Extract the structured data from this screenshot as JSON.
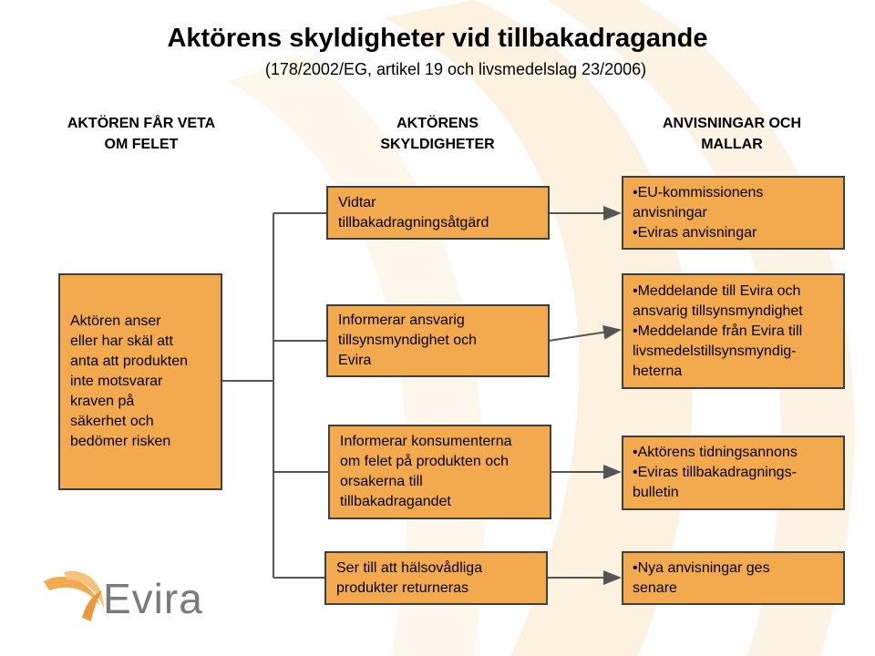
{
  "slide": {
    "title": "Aktörens skyldigheter vid tillbakadragande",
    "subtitle": "(178/2002/EG, artikel 19 och livsmedelslag 23/2006)"
  },
  "columns": {
    "left_header": "AKTÖREN FÅR VETA\nOM FELET",
    "middle_header": "AKTÖRENS\nSKYLDIGHETER",
    "right_header": "ANVISNINGAR OCH\nMALLAR"
  },
  "source": {
    "text": "Aktören anser\neller har skäl att\nanta att produkten\ninte motsvarar\nkraven på\nsäkerhet och\nbedömer risken"
  },
  "duties": [
    {
      "text": "Vidtar\ntillbakadragningsåtgärd"
    },
    {
      "text": "Informerar ansvarig\ntillsynsmyndighet och\nEvira"
    },
    {
      "text": "Informerar konsumenterna\nom felet på produkten och\norsakerna till\ntillbakadragandet"
    },
    {
      "text": "Ser till att hälsovådliga\nprodukter returneras"
    }
  ],
  "guidance": [
    {
      "text": "•EU-kommissionens\nanvisningar\n•Eviras anvisningar"
    },
    {
      "text": "•Meddelande till Evira och\nansvarig tillsynsmyndighet\n•Meddelande från Evira till\nlivsmedelstillsynsmyndig-\nheterna"
    },
    {
      "text": "•Aktörens tidningsannons\n•Eviras tillbakadragnings-\nbulletin"
    },
    {
      "text": "•Nya anvisningar ges\nsenare"
    }
  ],
  "logo": {
    "text": "Evira"
  },
  "colors": {
    "box_fill": "#f3a94e",
    "box_border": "#3f3f3f",
    "connector": "#555555",
    "logo_gray": "#7a7a7a"
  }
}
